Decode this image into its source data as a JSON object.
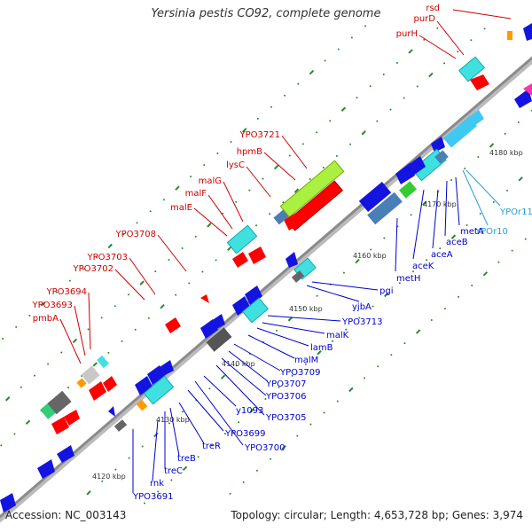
{
  "title": "Yersinia pestis CO92, complete genome",
  "accession": "Accession: NC_003143",
  "summary": "Topology: circular; Length: 4,653,728 bp; Genes: 3,974",
  "ticks": [
    "4120 kbp",
    "4130 kbp",
    "4140 kbp",
    "4150 kbp",
    "4160 kbp",
    "4170 kbp",
    "4180 kbp"
  ],
  "labels_red": [
    "rsd",
    "purD",
    "purH",
    "YPO3721",
    "hpmB",
    "lysC",
    "malG",
    "malF",
    "malE",
    "YPO3708",
    "YPO3703",
    "YPO3702",
    "YPO3694",
    "YPO3693",
    "pmbA"
  ],
  "labels_blue": [
    "YPOr11",
    "YPOr10",
    "metA",
    "aceB",
    "aceA",
    "aceK",
    "metH",
    "pgi",
    "yjbA",
    "YPO3713",
    "malK",
    "lamB",
    "malM",
    "YPO3709",
    "YPO3707",
    "YPO3706",
    "YPO3705",
    "y1093",
    "YPO3700",
    "YPO3699",
    "treR",
    "treB",
    "treC",
    "rnk",
    "YPO3691"
  ],
  "colors": {
    "backbone": "#8a8a8a",
    "red_label": "#cc0000",
    "blue_label": "#0000cc",
    "cyan_label": "#2a9fd6",
    "gene_red": "#ff0000",
    "gene_blue": "#1414e0",
    "gene_cyan": "#40e0e0",
    "gene_steel": "#4a7fb5",
    "gene_lime": "#aaf040",
    "gene_green": "#33cc33",
    "gene_gray": "#777777",
    "dot_green": "#2a8a2a"
  }
}
